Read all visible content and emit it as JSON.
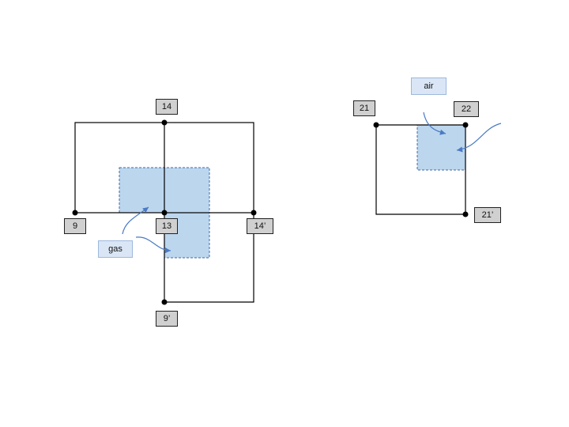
{
  "labels": {
    "n14": "14",
    "n9": "9",
    "n13": "13",
    "n14p": "14’",
    "n9p": "9’",
    "n21": "21",
    "n22": "22",
    "n21p": "21’"
  },
  "callouts": {
    "gas": "gas",
    "air": "air"
  },
  "colors": {
    "region_fill": "#bcd6ee",
    "region_stroke": "#3d6aaa",
    "arrow": "#4a7ac4",
    "line": "#000000"
  }
}
